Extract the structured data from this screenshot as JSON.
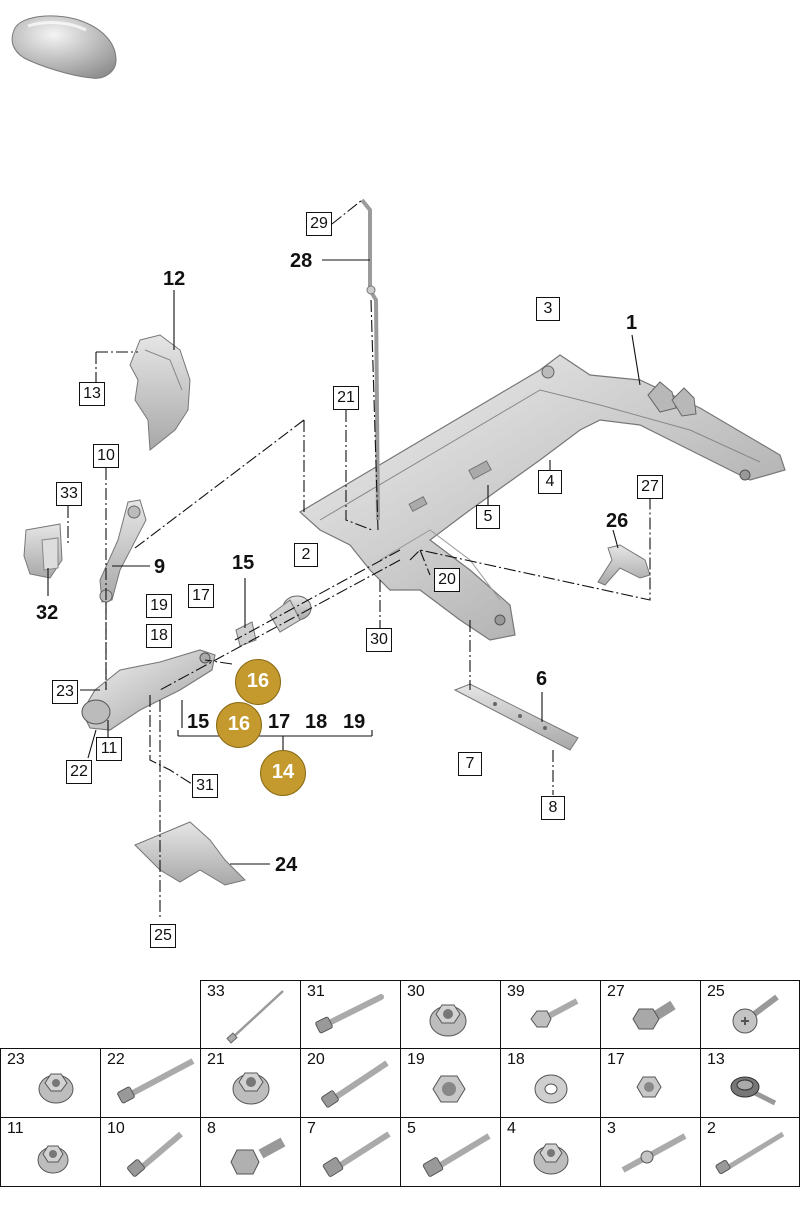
{
  "diagram": {
    "callouts": [
      {
        "id": "c29",
        "label": "29",
        "boxed": true
      },
      {
        "id": "c28",
        "label": "28",
        "boxed": false
      },
      {
        "id": "c12",
        "label": "12",
        "boxed": false
      },
      {
        "id": "c13",
        "label": "13",
        "boxed": true
      },
      {
        "id": "c3",
        "label": "3",
        "boxed": true
      },
      {
        "id": "c1",
        "label": "1",
        "boxed": false
      },
      {
        "id": "c21",
        "label": "21",
        "boxed": true
      },
      {
        "id": "c10",
        "label": "10",
        "boxed": true
      },
      {
        "id": "c33",
        "label": "33",
        "boxed": true
      },
      {
        "id": "c9",
        "label": "9",
        "boxed": false
      },
      {
        "id": "c32",
        "label": "32",
        "boxed": false
      },
      {
        "id": "c4",
        "label": "4",
        "boxed": true
      },
      {
        "id": "c27",
        "label": "27",
        "boxed": true
      },
      {
        "id": "c26",
        "label": "26",
        "boxed": false
      },
      {
        "id": "c5",
        "label": "5",
        "boxed": true
      },
      {
        "id": "c2",
        "label": "2",
        "boxed": true
      },
      {
        "id": "c20",
        "label": "20",
        "boxed": true
      },
      {
        "id": "c15",
        "label": "15",
        "boxed": false
      },
      {
        "id": "c17",
        "label": "17",
        "boxed": true
      },
      {
        "id": "c19",
        "label": "19",
        "boxed": true
      },
      {
        "id": "c18",
        "label": "18",
        "boxed": true
      },
      {
        "id": "c30",
        "label": "30",
        "boxed": true
      },
      {
        "id": "c6",
        "label": "6",
        "boxed": false
      },
      {
        "id": "c23",
        "label": "23",
        "boxed": true
      },
      {
        "id": "c16a",
        "label": "16",
        "gold": true
      },
      {
        "id": "c16b",
        "label": "16",
        "gold": true
      },
      {
        "id": "c14",
        "label": "14",
        "gold": true
      },
      {
        "id": "g15",
        "label": "15",
        "boxed": false
      },
      {
        "id": "g17",
        "label": "17",
        "boxed": false
      },
      {
        "id": "g18",
        "label": "18",
        "boxed": false
      },
      {
        "id": "g19",
        "label": "19",
        "boxed": false
      },
      {
        "id": "c11",
        "label": "11",
        "boxed": true
      },
      {
        "id": "c22",
        "label": "22",
        "boxed": true
      },
      {
        "id": "c31",
        "label": "31",
        "boxed": true
      },
      {
        "id": "c7",
        "label": "7",
        "boxed": true
      },
      {
        "id": "c8",
        "label": "8",
        "boxed": true
      },
      {
        "id": "c24",
        "label": "24",
        "boxed": false
      },
      {
        "id": "c25",
        "label": "25",
        "boxed": true
      }
    ],
    "gold_color": "#c49a2e"
  },
  "parts_table": {
    "rows": [
      [
        {
          "num": "33",
          "icon": "cable-tie-icon"
        },
        {
          "num": "31",
          "icon": "long-bolt-icon"
        },
        {
          "num": "30",
          "icon": "flange-nut-icon"
        },
        {
          "num": "39",
          "icon": "stud-bolt-icon"
        },
        {
          "num": "27",
          "icon": "hex-bolt-icon"
        },
        {
          "num": "25",
          "icon": "torx-screw-icon"
        }
      ],
      [
        {
          "num": "23",
          "icon": "flange-nut-icon"
        },
        {
          "num": "22",
          "icon": "long-bolt-icon"
        },
        {
          "num": "21",
          "icon": "flange-nut-icon"
        },
        {
          "num": "20",
          "icon": "long-bolt-icon"
        },
        {
          "num": "19",
          "icon": "hex-nut-icon"
        },
        {
          "num": "18",
          "icon": "washer-icon"
        },
        {
          "num": "17",
          "icon": "hex-nut-icon"
        },
        {
          "num": "13",
          "icon": "tapping-screw-icon"
        }
      ],
      [
        {
          "num": "11",
          "icon": "flange-nut-icon"
        },
        {
          "num": "10",
          "icon": "long-bolt-icon"
        },
        {
          "num": "8",
          "icon": "hex-bolt-icon"
        },
        {
          "num": "7",
          "icon": "long-bolt-icon"
        },
        {
          "num": "5",
          "icon": "long-bolt-icon"
        },
        {
          "num": "4",
          "icon": "flange-nut-icon"
        },
        {
          "num": "3",
          "icon": "stud-bolt-icon"
        },
        {
          "num": "2",
          "icon": "long-bolt-icon"
        }
      ]
    ]
  }
}
